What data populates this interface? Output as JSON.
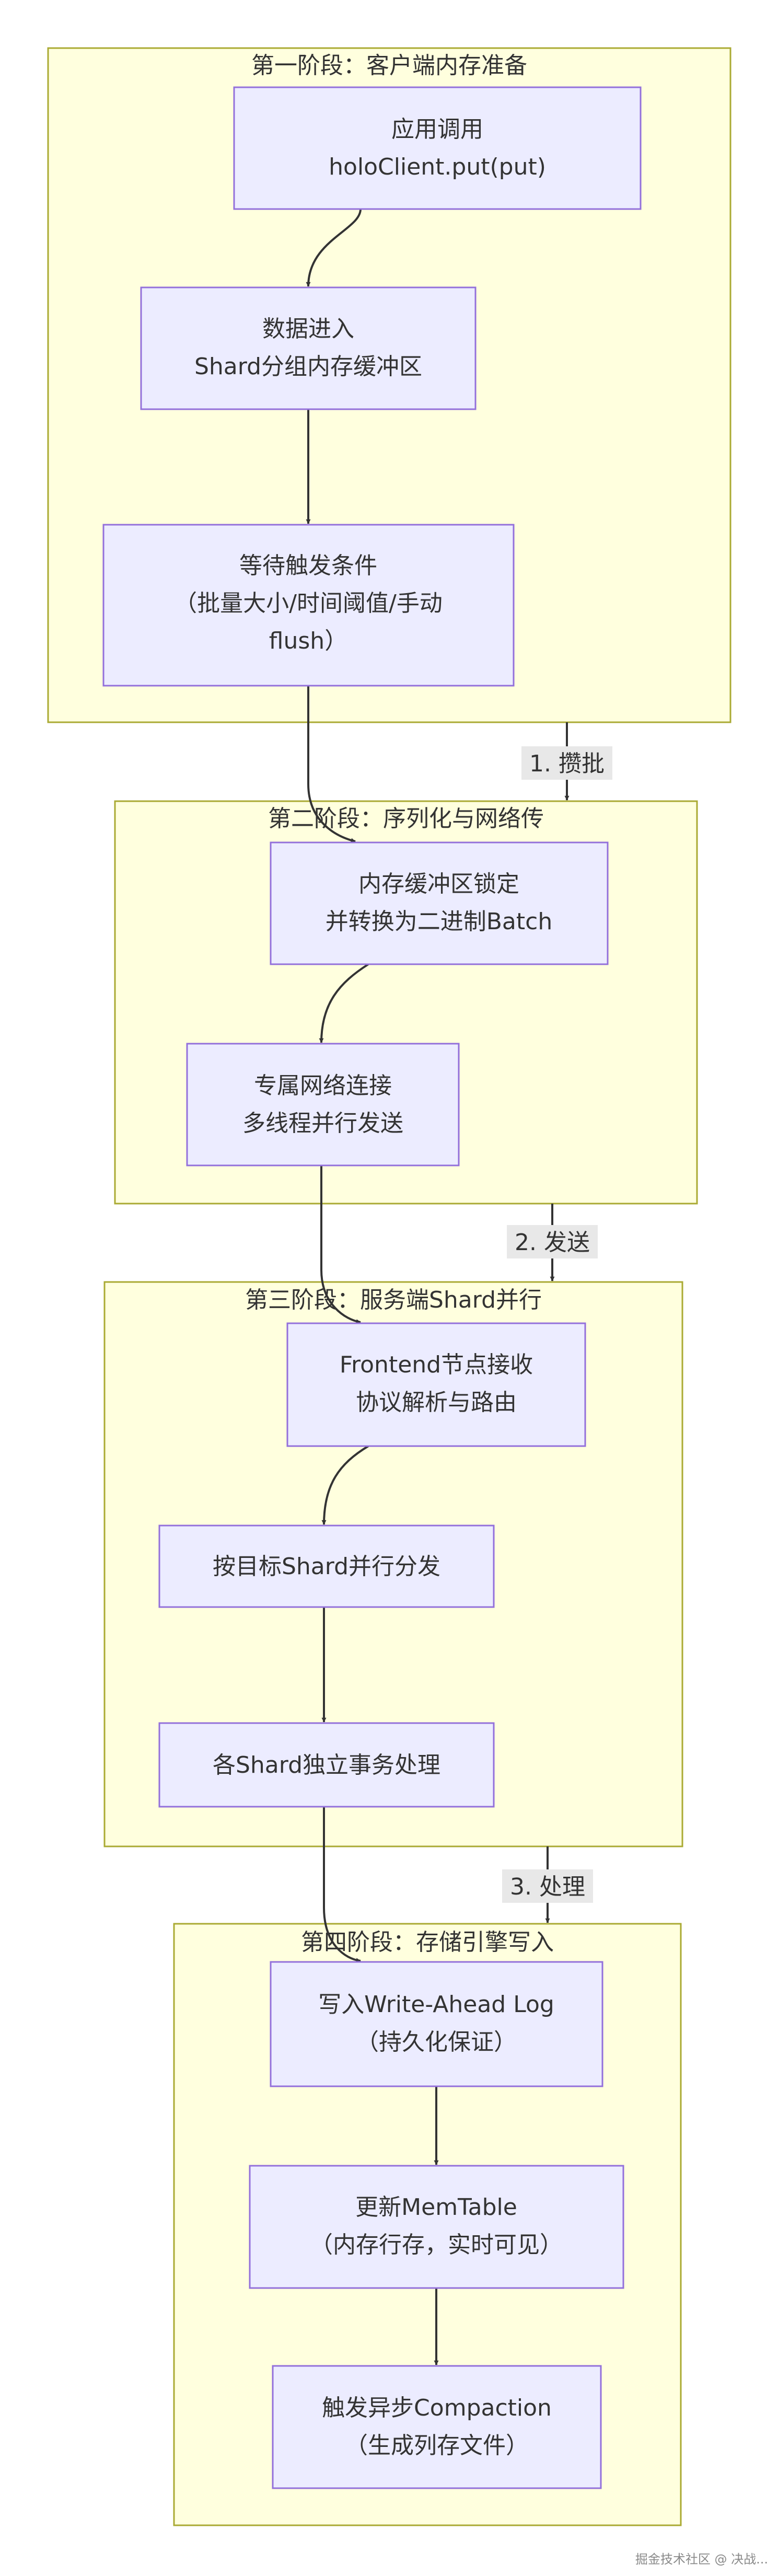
{
  "colors": {
    "cluster_fill": "#ffffde",
    "cluster_stroke": "#aaaa33",
    "node_fill": "#ececff",
    "node_stroke": "#9370db",
    "edge": "#333333",
    "edge_label_bg": "#e8e8e8"
  },
  "stages": [
    {
      "title": "第一阶段：客户端内存准备",
      "nodes": [
        {
          "lines": [
            "应用调用",
            "holoClient.put(put)"
          ]
        },
        {
          "lines": [
            "数据进入",
            "Shard分组内存缓冲区"
          ]
        },
        {
          "lines": [
            "等待触发条件",
            "（批量大小/时间阈值/手动",
            "flush）"
          ]
        }
      ]
    },
    {
      "title": "第二阶段：序列化与网络传",
      "nodes": [
        {
          "lines": [
            "内存缓冲区锁定",
            "并转换为二进制Batch"
          ]
        },
        {
          "lines": [
            "专属网络连接",
            "多线程并行发送"
          ]
        }
      ]
    },
    {
      "title": "第三阶段：服务端Shard并行",
      "nodes": [
        {
          "lines": [
            "Frontend节点接收",
            "协议解析与路由"
          ]
        },
        {
          "lines": [
            "按目标Shard并行分发"
          ]
        },
        {
          "lines": [
            "各Shard独立事务处理"
          ]
        }
      ]
    },
    {
      "title": "第四阶段：存储引擎写入",
      "nodes": [
        {
          "lines": [
            "写入Write-Ahead Log",
            "（持久化保证）"
          ]
        },
        {
          "lines": [
            "更新MemTable",
            "（内存行存，实时可见）"
          ]
        },
        {
          "lines": [
            "触发异步Compaction",
            "（生成列存文件）"
          ]
        }
      ]
    }
  ],
  "edge_labels": [
    "1. 攒批",
    "2. 发送",
    "3. 处理"
  ],
  "footer": "掘金技术社区 @ 决战..."
}
